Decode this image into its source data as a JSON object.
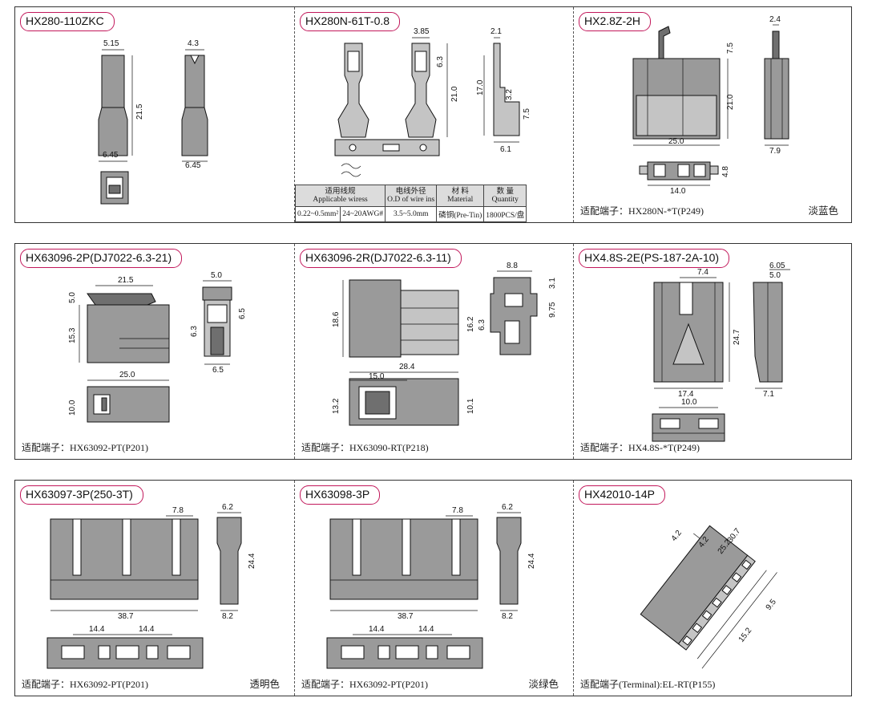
{
  "panels": [
    {
      "title": "HX280-110ZKC",
      "dims": [
        "5.15",
        "21.5",
        "6.45",
        "4.3",
        "6.45"
      ]
    },
    {
      "title": "HX280N-61T-0.8",
      "dims": [
        "3.85",
        "6.3",
        "21.0",
        "2.1",
        "17.0",
        "3.2",
        "7.5",
        "6.1"
      ],
      "spec": {
        "headers": [
          [
            "适用线规",
            "Applicable wiress"
          ],
          [
            "电线外径",
            "O.D of wire ins"
          ],
          [
            "材 料",
            "Material"
          ],
          [
            "数 量",
            "Quantity"
          ]
        ],
        "values": [
          "0.22~0.5mm²",
          "24~20AWG#",
          "3.5~5.0mm",
          "磷铜(Pre-Tin)",
          "1800PCS/盘"
        ]
      }
    },
    {
      "title": "HX2.8Z-2H",
      "dims": [
        "2.4",
        "7.5",
        "21.0",
        "25.0",
        "7.9",
        "4.8",
        "14.0"
      ],
      "caption": "适配端子：HX280N-*T(P249)",
      "color": "淡蓝色"
    },
    {
      "title": "HX63096-2P(DJ7022-6.3-21)",
      "dims": [
        "21.5",
        "5.0",
        "15.3",
        "5.0",
        "6.5",
        "6.3",
        "6.5",
        "25.0",
        "10.0"
      ],
      "caption": "适配端子：HX63092-PT(P201)"
    },
    {
      "title": "HX63096-2R(DJ7022-6.3-11)",
      "dims": [
        "18.6",
        "16.2",
        "8.8",
        "3.1",
        "9.75",
        "6.3",
        "28.4",
        "15.0",
        "13.2",
        "10.1"
      ],
      "caption": "适配端子：HX63090-RT(P218)"
    },
    {
      "title": "HX4.8S-2E(PS-187-2A-10)",
      "dims": [
        "7.4",
        "24.7",
        "17.4",
        "6.05",
        "5.0",
        "7.1",
        "10.0"
      ],
      "caption": "适配端子：HX4.8S-*T(P249)"
    },
    {
      "title": "HX63097-3P(250-3T)",
      "dims": [
        "7.8",
        "38.7",
        "6.2",
        "24.4",
        "8.2",
        "14.4",
        "14.4"
      ],
      "caption": "适配端子：HX63092-PT(P201)",
      "color": "透明色"
    },
    {
      "title": "HX63098-3P",
      "dims": [
        "7.8",
        "38.7",
        "6.2",
        "24.4",
        "8.2",
        "14.4",
        "14.4"
      ],
      "caption": "适配端子：HX63092-PT(P201)",
      "color": "淡绿色"
    },
    {
      "title": "HX42010-14P",
      "dims": [
        "4.2",
        "4.2",
        "30.7",
        "25.2",
        "9.5",
        "15.2"
      ],
      "caption": "适配端子(Terminal):EL-RT(P155)"
    }
  ]
}
